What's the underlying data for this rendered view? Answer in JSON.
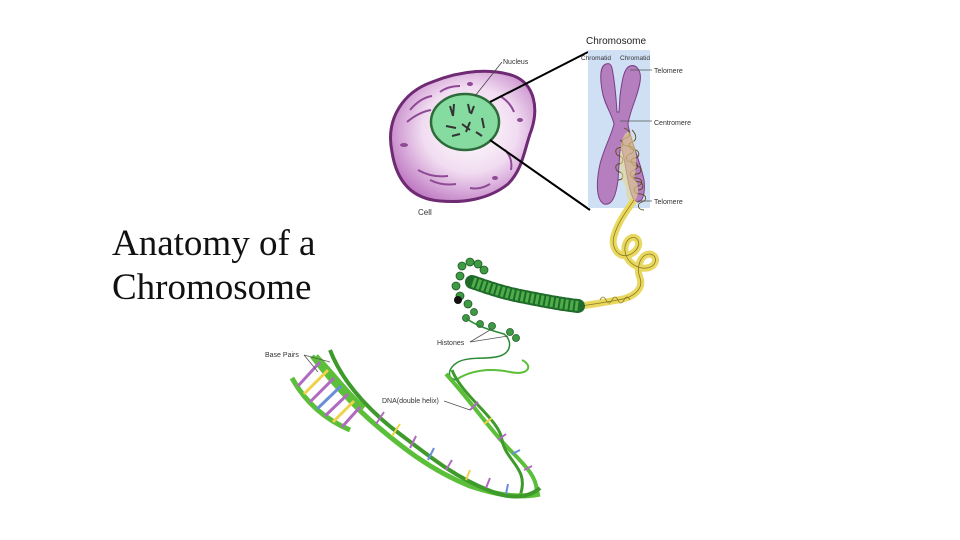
{
  "slide": {
    "title_line1": "Anatomy of a",
    "title_line2": "Chromosome"
  },
  "diagram": {
    "heading": "Chromosome",
    "labels": {
      "nucleus": "Nucleus",
      "chromatid_left": "Chromatid",
      "chromatid_right": "Chromatid",
      "telomere_top": "Telomere",
      "centromere": "Centromere",
      "telomere_bottom": "Telomere",
      "cell": "Cell",
      "histones": "Histones",
      "base_pairs": "Base Pairs",
      "dna": "DNA(double helix)"
    },
    "colors": {
      "cell_membrane": "#8a3d8f",
      "cell_fill": "#d9a6d9",
      "nucleus": "#7fd99a",
      "chromosome": "#b77fc0",
      "chromosome_panel": "#cfe0f5",
      "coil": "#f3e88a",
      "dna_backbone": "#5cbf3a"
    }
  }
}
